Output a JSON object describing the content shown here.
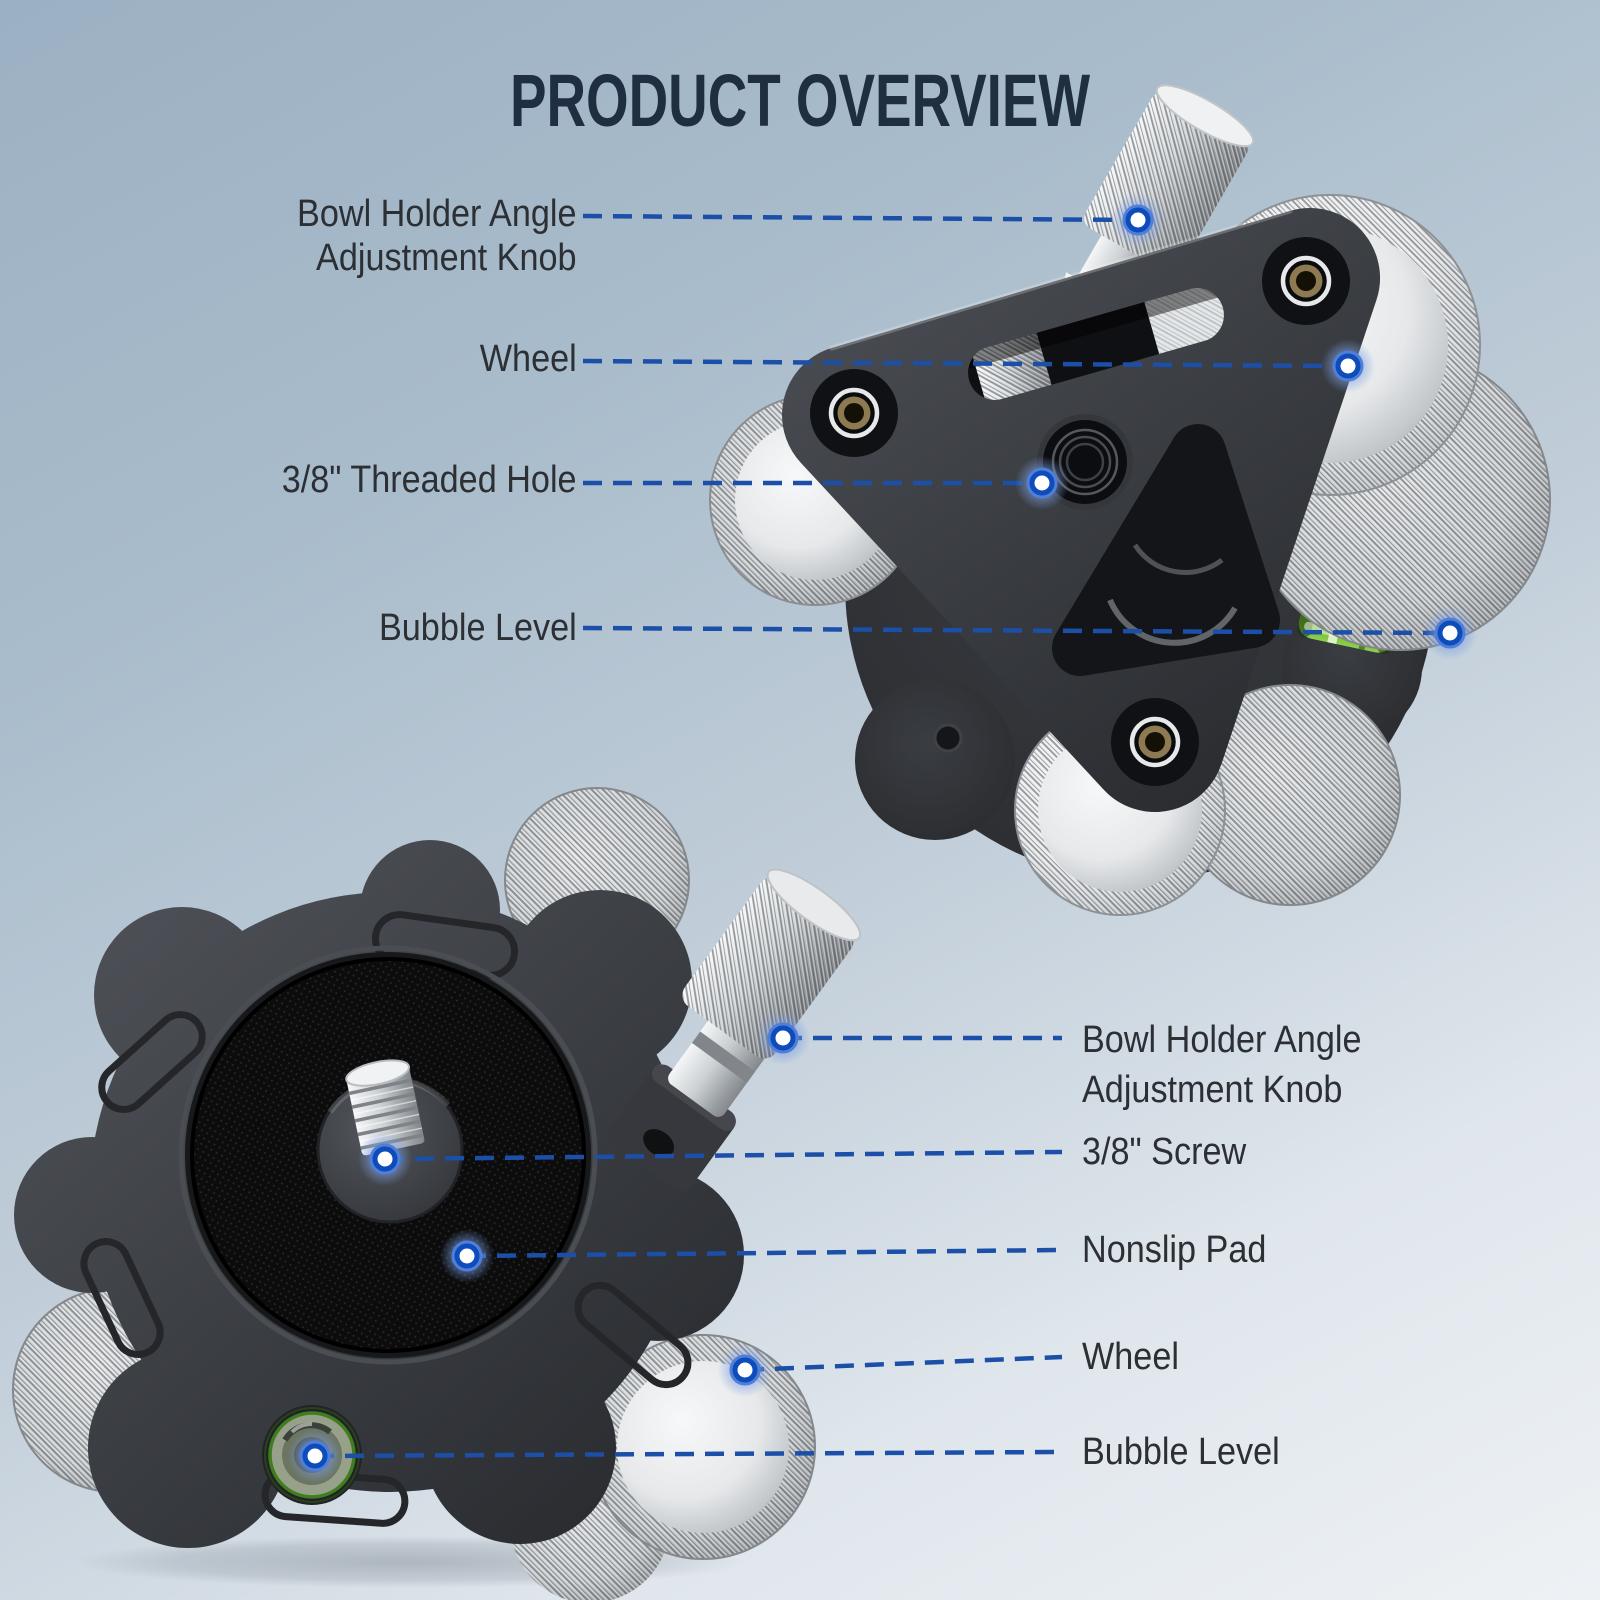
{
  "title": "PRODUCT OVERVIEW",
  "views": {
    "top": {
      "callouts": [
        {
          "lines": [
            "Bowl Holder Angle",
            "Adjustment Knob"
          ]
        },
        {
          "lines": [
            "Wheel"
          ]
        },
        {
          "lines": [
            "3/8\" Threaded Hole"
          ]
        },
        {
          "lines": [
            "Bubble Level"
          ]
        }
      ]
    },
    "bottom": {
      "callouts": [
        {
          "lines": [
            "Bowl Holder Angle",
            "Adjustment Knob"
          ]
        },
        {
          "lines": [
            "3/8\" Screw"
          ]
        },
        {
          "lines": [
            "Nonslip Pad"
          ]
        },
        {
          "lines": [
            "Wheel"
          ]
        },
        {
          "lines": [
            "Bubble Level"
          ]
        }
      ]
    }
  },
  "colors": {
    "background_top": "#9cb0c3",
    "background_bottom": "#eef1f4",
    "title": "#1f2e40",
    "label": "#2c2f33",
    "callout_blue": "#1b4fa8",
    "bubble_green": "#5ba226",
    "metal_silver": "#c6cacd",
    "body_dark": "#34373c"
  }
}
